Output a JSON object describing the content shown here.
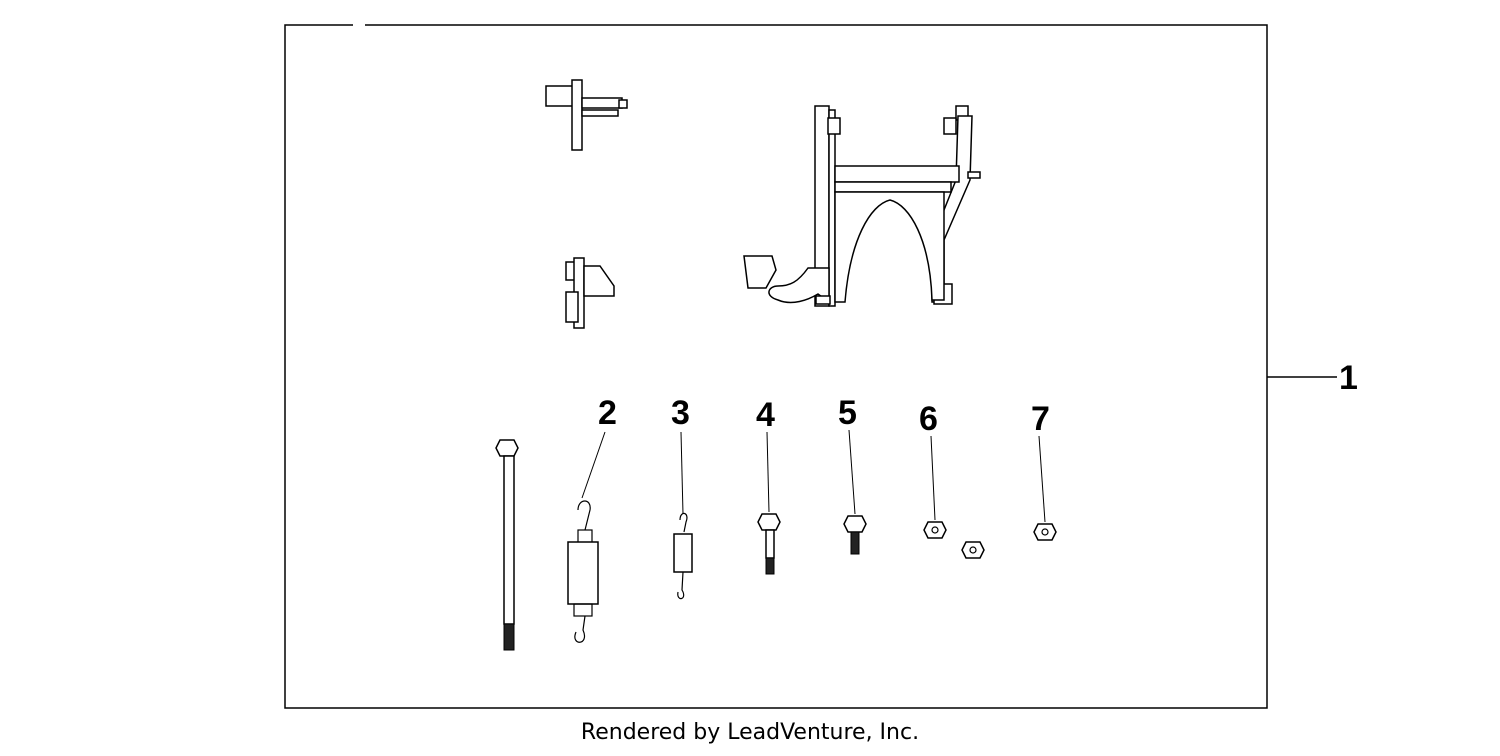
{
  "callouts": [
    {
      "id": "1",
      "label": "1"
    },
    {
      "id": "2",
      "label": "2"
    },
    {
      "id": "3",
      "label": "3"
    },
    {
      "id": "4",
      "label": "4"
    },
    {
      "id": "5",
      "label": "5"
    },
    {
      "id": "6",
      "label": "6"
    },
    {
      "id": "7",
      "label": "7"
    }
  ],
  "footer": {
    "text": "Rendered by LeadVenture, Inc."
  }
}
